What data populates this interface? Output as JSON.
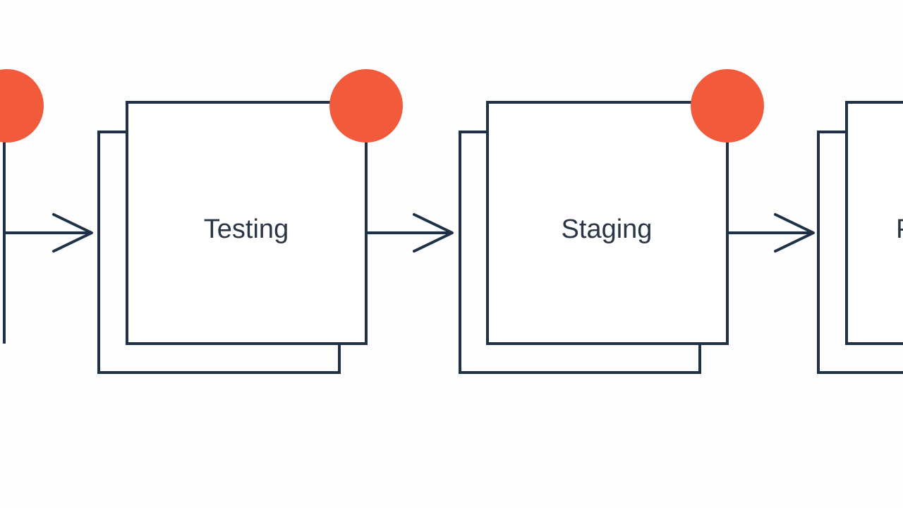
{
  "diagram": {
    "colors": {
      "background": "#fdfdfd",
      "stroke": "#1f3047",
      "marker": "#f15a3a",
      "text": "#2a3646"
    },
    "stages": [
      {
        "id": "previous",
        "label": "",
        "has_marker": true
      },
      {
        "id": "testing",
        "label": "Testing",
        "has_marker": true
      },
      {
        "id": "staging",
        "label": "Staging",
        "has_marker": true
      },
      {
        "id": "next",
        "label": "P",
        "has_marker": false
      }
    ],
    "connectors": [
      {
        "from": "previous",
        "to": "testing"
      },
      {
        "from": "testing",
        "to": "staging"
      },
      {
        "from": "staging",
        "to": "next"
      }
    ]
  }
}
